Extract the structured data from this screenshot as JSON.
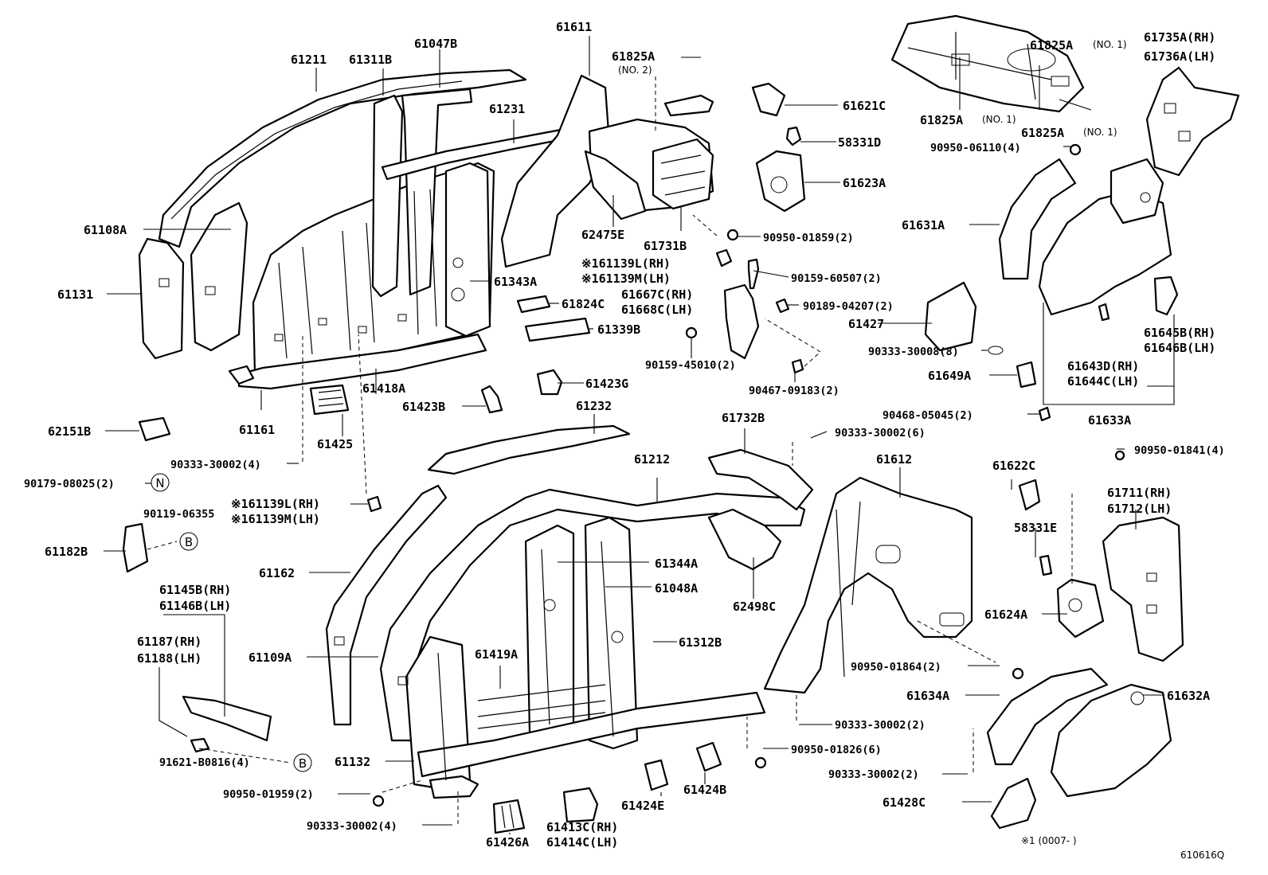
{
  "labels": {
    "l61211": "61211",
    "l61311b": "61311B",
    "l61047b": "61047B",
    "l61611": "61611",
    "l61825a_no2": "61825A",
    "l61825a_no2_note": "(NO. 2)",
    "l61231": "61231",
    "l61621c": "61621C",
    "l58331d": "58331D",
    "l61623a": "61623A",
    "l61825a_top": "61825A",
    "l61825a_top_note": "(NO. 1)",
    "l61825a_left": "61825A",
    "l61825a_left_note": "(NO. 1)",
    "l61825a_right": "61825A",
    "l61825a_right_note": "(NO. 1)",
    "l61735a": "61735A(RH)",
    "l61736a": "61736A(LH)",
    "l90950_06110": "90950-06110(4)",
    "l61108a": "61108A",
    "l62475e": "62475E",
    "l61731b": "61731B",
    "l90950_01859": "90950-01859(2)",
    "l61631a": "61631A",
    "l61131": "61131",
    "l161139l_a": "※161139L(RH)",
    "l161139m_a": "※161139M(LH)",
    "l90159_60507": "90159-60507(2)",
    "l61343a": "61343A",
    "l61667c": "61667C(RH)",
    "l61668c": "61668C(LH)",
    "l61824c": "61824C",
    "l90189_04207": "90189-04207(2)",
    "l61427": "61427",
    "l61339b": "61339B",
    "l61645b": "61645B(RH)",
    "l61646b": "61646B(LH)",
    "l90333_30008": "90333-30008(8)",
    "l90159_45010": "90159-45010(2)",
    "l61643d": "61643D(RH)",
    "l61644c": "61644C(LH)",
    "l61418a": "61418A",
    "l61649a": "61649A",
    "l61423g": "61423G",
    "l90467_09183": "90467-09183(2)",
    "l61423b": "61423B",
    "l61633a": "61633A",
    "l90468_05045": "90468-05045(2)",
    "l61232": "61232",
    "l61732b": "61732B",
    "l62151b": "62151B",
    "l61161": "61161",
    "l90333_30002_a": "90333-30002(6)",
    "l61425": "61425",
    "l61612": "61612",
    "l61212": "61212",
    "l61622c": "61622C",
    "l90950_01841": "90950-01841(4)",
    "l90333_30002_b": "90333-30002(4)",
    "l90179_08025": "90179-08025(2)",
    "l161139l_b": "※161139L(RH)",
    "l161139m_b": "※161139M(LH)",
    "l61711": "61711(RH)",
    "l61712": "61712(LH)",
    "l90119_06355": "90119-06355",
    "l58331e": "58331E",
    "l61182b": "61182B",
    "l62498c": "62498C",
    "l61162": "61162",
    "l61344a": "61344A",
    "l61048a": "61048A",
    "l61145b": "61145B(RH)",
    "l61146b": "61146B(LH)",
    "l61624a": "61624A",
    "l61187": "61187(RH)",
    "l61188": "61188(LH)",
    "l61109a": "61109A",
    "l61419a": "61419A",
    "l61312b": "61312B",
    "l90950_01864": "90950-01864(2)",
    "l61634a": "61634A",
    "l61632a": "61632A",
    "l90333_30002_c": "90333-30002(2)",
    "l61132": "61132",
    "l91621_b0816": "91621-B0816(4)",
    "l90950_01826": "90950-01826(6)",
    "l90333_30002_d": "90333-30002(2)",
    "l90950_01959": "90950-01959(2)",
    "l61424e": "61424E",
    "l61424b": "61424B",
    "l61428c": "61428C",
    "l90333_30002_e": "90333-30002(4)",
    "l61426a": "61426A",
    "l61413c": "61413C(RH)",
    "l61414c": "61414C(LH)",
    "footnote": "※1 (0007-      )",
    "figure_code": "610616Q"
  },
  "callouts": {
    "n": "N",
    "b1": "B",
    "b2": "B"
  }
}
